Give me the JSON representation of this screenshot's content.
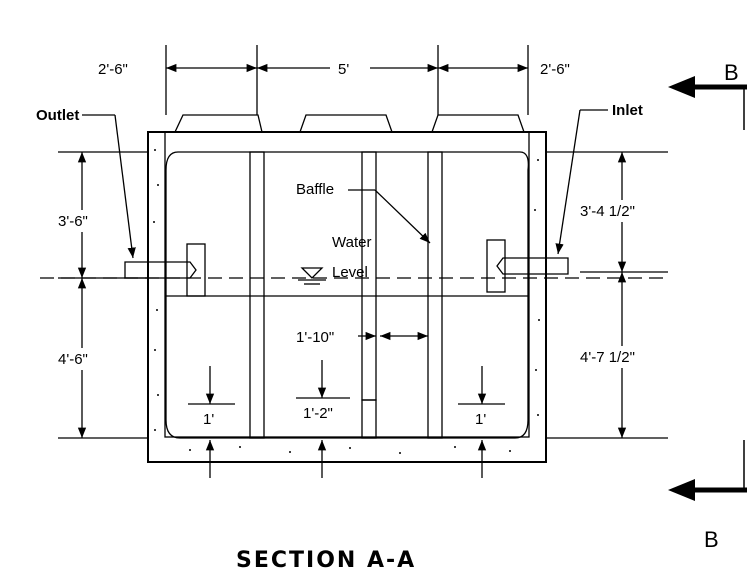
{
  "labels": {
    "outlet": "Outlet",
    "inlet": "Inlet",
    "baffle": "Baffle",
    "water_level_1": "Water",
    "water_level_2": "Level"
  },
  "dimensions": {
    "top_left": "2'-6\"",
    "top_middle": "5'",
    "top_right": "2'-6\"",
    "left_upper": "3'-6\"",
    "left_lower": "4'-6\"",
    "right_upper": "3'-4 1/2\"",
    "right_lower": "4'-7 1/2\"",
    "baffle_gap": "1'-10\"",
    "floor_left": "1'",
    "floor_middle": "1'-2\"",
    "floor_right": "1'"
  },
  "section_marker": {
    "top": "B",
    "bottom": "B"
  },
  "title": "SECTION A-A"
}
